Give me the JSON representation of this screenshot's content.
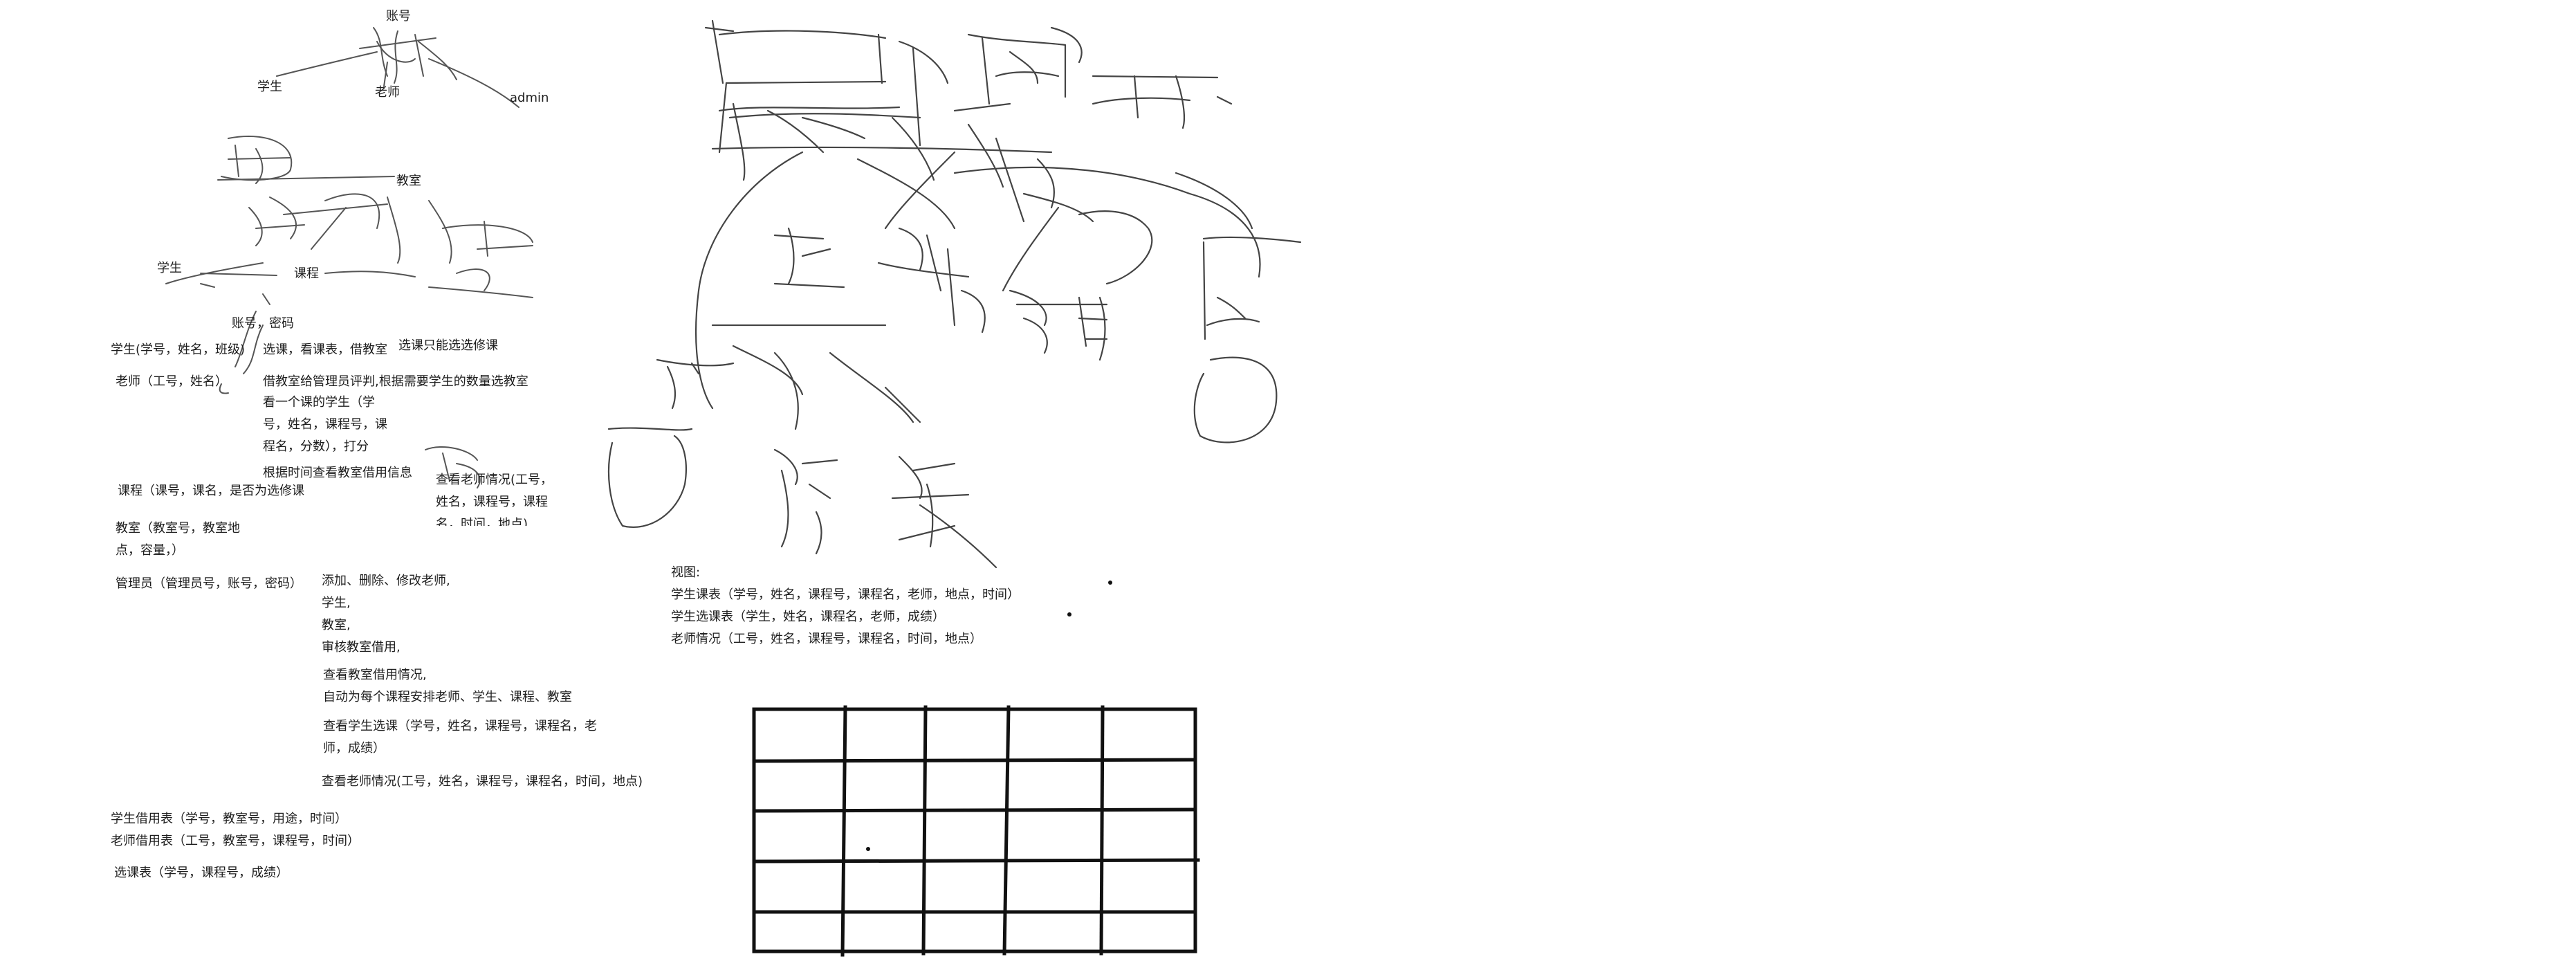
{
  "labels": {
    "account": "账号",
    "student": "学生",
    "teacher": "老师",
    "admin": "admin",
    "classroom": "教室",
    "student2": "学生",
    "course": "课程"
  },
  "entities": {
    "acct_pwd": "账号，密码",
    "student_entity": "学生(学号，姓名，班级)",
    "student_actions": "选课，看课表，借教室",
    "elective_note": "选课只能选选修课",
    "teacher_entity": "老师（工号，姓名）",
    "teacher_actions": [
      "借教室给管理员评判,根据需要学生的数量选教室",
      "看一个课的学生（学",
      "号，姓名，课程号，课",
      "程名，分数），打分",
      "根据时间查看教室借用信息"
    ],
    "teacher_view": [
      "查看老师情况(工号，",
      "姓名，课程号，课程",
      "名，时间，地点)"
    ],
    "course_entity": "课程（课号，课名，是否为选修课",
    "classroom_entity": [
      "教室（教室号，教室地",
      "点，容量，）"
    ],
    "admin_entity": "管理员（管理员号，账号，密码）",
    "admin_actions": [
      "添加、删除、修改老师,",
      "学生,",
      "教室,",
      "审核教室借用,"
    ],
    "admin_actions2": [
      "查看教室借用情况,",
      "自动为每个课程安排老师、学生、课程、教室"
    ],
    "admin_view_sel": [
      "查看学生选课（学号，姓名，课程号，课程名，老",
      "师，成绩）"
    ],
    "admin_view_teacher": "查看老师情况(工号，姓名，课程号，课程名，时间，地点)",
    "student_borrow": "学生借用表（学号，教室号，用途，时间）",
    "teacher_borrow": "老师借用表（工号，教室号，课程号，时间）",
    "selection_table": "选课表（学号，课程号，成绩）"
  },
  "views": {
    "title": "视图:",
    "items": [
      "学生课表（学号，姓名，课程号，课程名，老师，地点，时间）",
      "学生选课表（学生，姓名，课程名，老师，成绩）",
      "老师情况（工号，姓名，课程号，课程名，时间，地点）"
    ]
  },
  "colors": {
    "ink": "#555555",
    "grid": "#111111",
    "text": "#1e1e1e"
  }
}
